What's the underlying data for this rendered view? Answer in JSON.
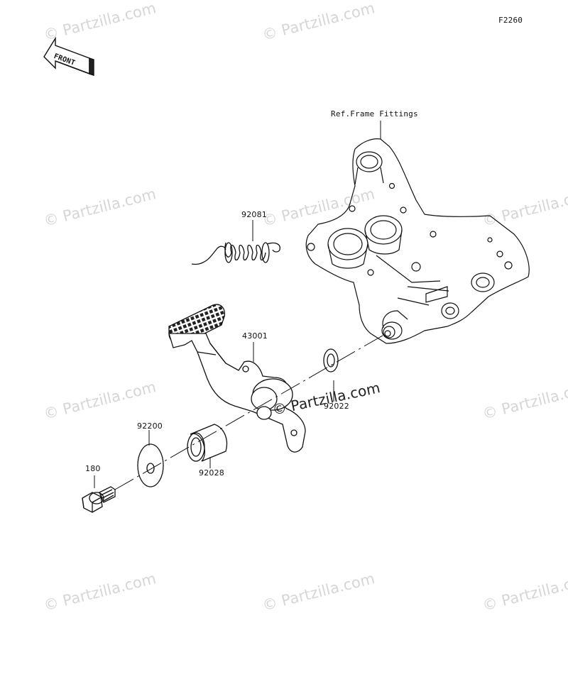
{
  "diagram": {
    "figure_code": "F2260",
    "front_label": "FRONT",
    "frame_ref_label": "Ref.Frame Fittings",
    "watermark": "Partzilla.com",
    "center_watermark": "Partzilla.com",
    "parts": [
      {
        "number": "92081",
        "name": "spring"
      },
      {
        "number": "43001",
        "name": "brake-pedal"
      },
      {
        "number": "92022",
        "name": "washer"
      },
      {
        "number": "92200",
        "name": "washer"
      },
      {
        "number": "92028",
        "name": "bushing"
      },
      {
        "number": "180",
        "name": "bolt"
      }
    ]
  }
}
